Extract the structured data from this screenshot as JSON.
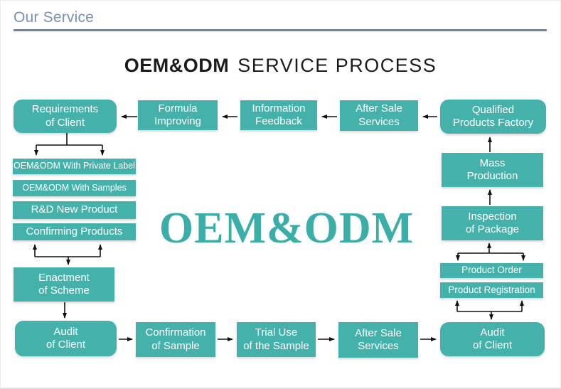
{
  "header": {
    "title": "Our Service"
  },
  "title": {
    "bold": "OEM&ODM",
    "rest": "SERVICE PROCESS"
  },
  "watermark": "OEM&ODM",
  "colors": {
    "box_teal": "#44B2AA",
    "watermark_teal": "#3BAEA8",
    "header_blue": "#7A90B2",
    "divider_blue": "#6C86AE",
    "arrow_black": "#111111",
    "box_text": "#FFFFFF",
    "title_black": "#1C1C1C"
  },
  "boxes": {
    "requirements": {
      "label": "Requirements\nof Client"
    },
    "formula": {
      "label": "Formula\nImproving"
    },
    "information": {
      "label": "Information\nFeedback"
    },
    "after_sale_top": {
      "label": "After Sale\nServices"
    },
    "qualified": {
      "label": "Qualified\nProducts Factory"
    },
    "private_label": {
      "label": "OEM&ODM With Private Label"
    },
    "with_samples": {
      "label": "OEM&ODM With Samples"
    },
    "rd_new_product": {
      "label": "R&D New Product"
    },
    "confirming": {
      "label": "Confirming Products"
    },
    "enactment": {
      "label": "Enactment\nof Scheme"
    },
    "audit_left": {
      "label": "Audit\nof Client"
    },
    "confirmation": {
      "label": "Confirmation\nof Sample"
    },
    "trial_use": {
      "label": "Trial Use\nof the Sample"
    },
    "after_sale_bottom": {
      "label": "After Sale\nServices"
    },
    "audit_right": {
      "label": "Audit\nof Client"
    },
    "mass_production": {
      "label": "Mass\nProduction"
    },
    "inspection": {
      "label": "Inspection\nof Package"
    },
    "product_order": {
      "label": "Product Order"
    },
    "product_registration": {
      "label": "Product Registration"
    }
  }
}
